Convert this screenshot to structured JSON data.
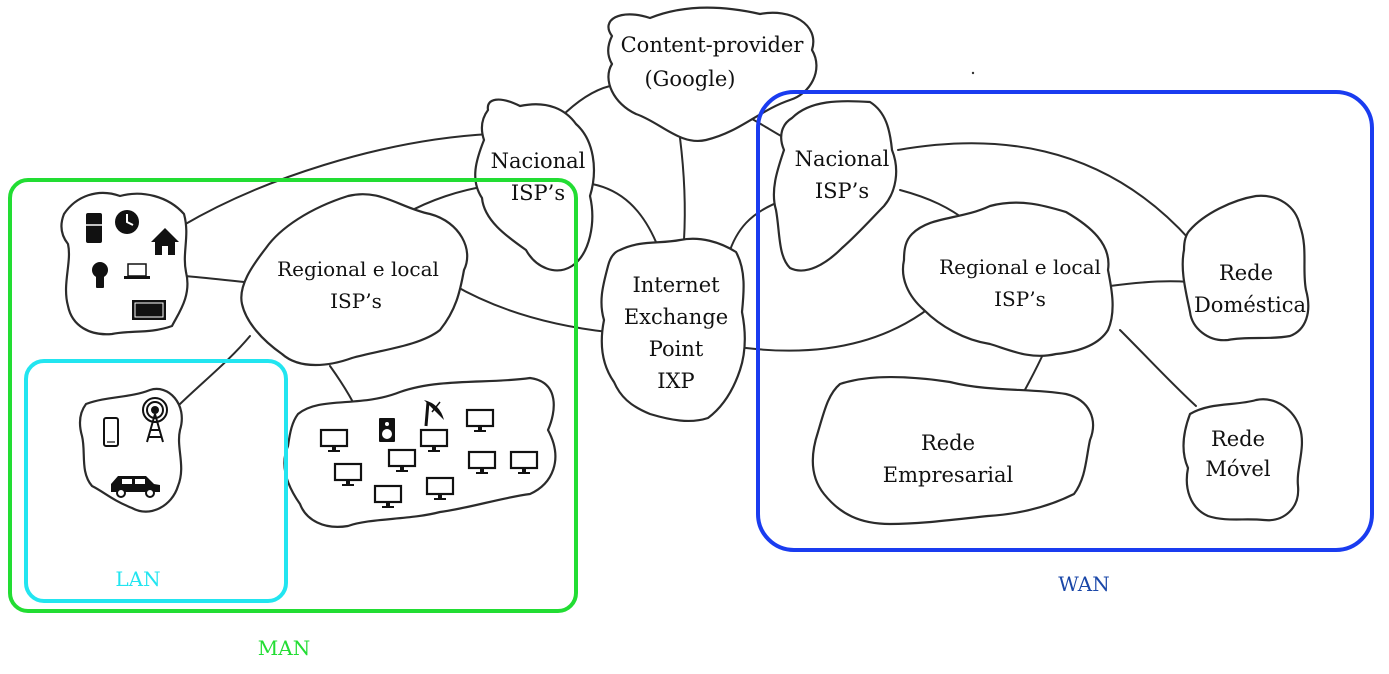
{
  "colors": {
    "man": "#22dd33",
    "lan": "#22e5f0",
    "wan": "#1a3cf0",
    "wan_label": "#1a47a8",
    "ink": "#2b2b2b"
  },
  "nodes": {
    "content_provider": {
      "line1": "Content-provider",
      "line2": "(Google)"
    },
    "nacional_left": {
      "line1": "Nacional",
      "line2": "ISP’s"
    },
    "nacional_right": {
      "line1": "Nacional",
      "line2": "ISP’s"
    },
    "regional_left": {
      "line1": "Regional e local",
      "line2": "ISP’s"
    },
    "regional_right": {
      "line1": "Regional e local",
      "line2": "ISP’s"
    },
    "ixp": {
      "line1": "Internet",
      "line2": "Exchange",
      "line3": "Point",
      "line4": "IXP"
    },
    "rede_domestica": {
      "line1": "Rede",
      "line2": "Doméstica"
    },
    "rede_empresarial": {
      "line1": "Rede",
      "line2": "Empresarial"
    },
    "rede_movel": {
      "line1": "Rede",
      "line2": "Móvel"
    }
  },
  "zones": {
    "lan": "LAN",
    "man": "MAN",
    "wan": "WAN"
  },
  "icons": {
    "home_network": [
      "fridge-icon",
      "clock-icon",
      "house-icon",
      "lightbulb-icon",
      "laptop-icon",
      "tv-icon"
    ],
    "mobile_network": [
      "phone-icon",
      "antenna-tower-icon",
      "car-icon"
    ],
    "enterprise_network": [
      "monitor-icon",
      "speaker-icon",
      "satellite-dish-icon"
    ]
  }
}
